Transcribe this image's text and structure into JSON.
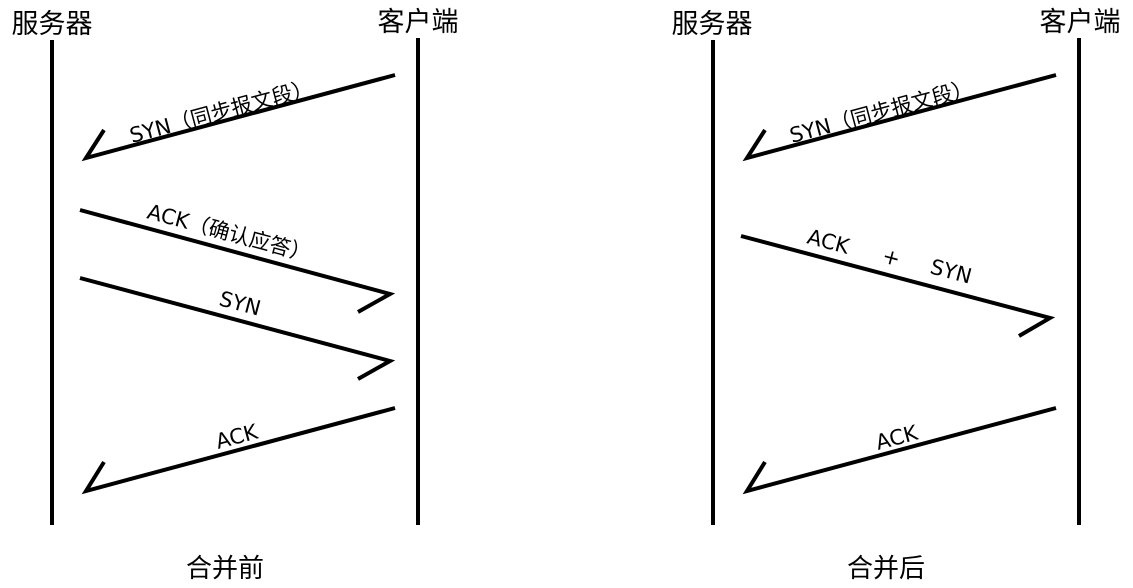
{
  "before": {
    "server": "服务器",
    "client": "客户端",
    "caption": "合并前",
    "messages": [
      "SYN（同步报文段）",
      "ACK（确认应答）",
      "SYN",
      "ACK"
    ]
  },
  "after": {
    "server": "服务器",
    "client": "客户端",
    "caption": "合并后",
    "messages": [
      "SYN（同步报文段）",
      "ACK",
      "+",
      "SYN",
      "ACK"
    ]
  }
}
